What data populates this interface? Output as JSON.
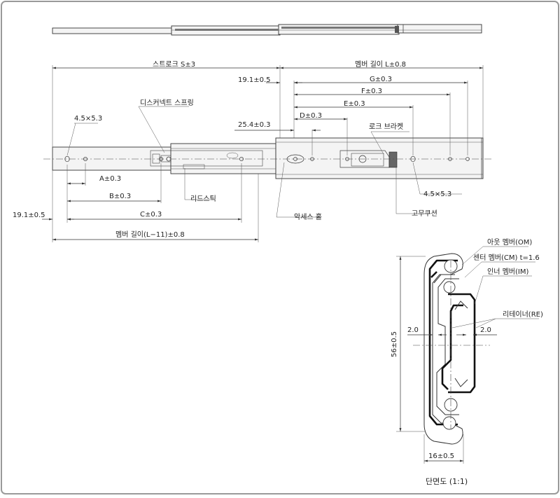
{
  "labels": {
    "stroke": "스트로크 S±3",
    "member_len": "멤버 길이 L±0.8",
    "g": "G±0.3",
    "f": "F±0.3",
    "e": "E±0.3",
    "d": "D±0.3",
    "d19_right": "19.1±0.5",
    "d19_left": "19.1±0.5",
    "d254": "25.4±0.3",
    "hole_left": "4.5×5.3",
    "hole_right": "4.5×5.3",
    "disconnect": "디스커넥트 스프링",
    "lock_bracket": "로크 브라켓",
    "a": "A±0.3",
    "b": "B±0.3",
    "c": "C±0.3",
    "lead_stick": "리드스틱",
    "rubber": "고무쿠션",
    "access_hole": "악세스 홀",
    "member_len_l11": "멤버 길이(L−11)±0.8",
    "outer_member": "아웃 멤버(OM)",
    "center_member": "센터 멤버(CM) t=1.6",
    "inner_member": "인너 멤버(IM)",
    "retainer": "리테이너(RE)",
    "dim_20_left": "2.0",
    "dim_20_right": "2.0",
    "dim_56": "56±0.5",
    "dim_16": "16±0.5",
    "section_title": "단면도 (1:1)"
  }
}
